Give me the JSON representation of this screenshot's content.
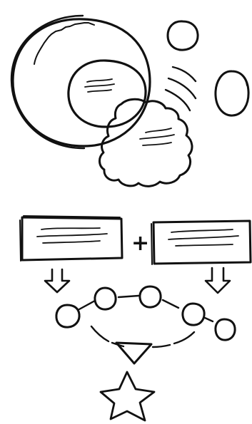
{
  "diagram": {
    "plus_symbol": "+",
    "ink_color": "#111111",
    "background_color": "#ffffff",
    "elements": [
      "large-circle",
      "inner-circle",
      "cloud-blob",
      "small-circle",
      "oval",
      "motion-lines",
      "text-box-left",
      "text-box-right",
      "plus-sign",
      "arrow-down-left",
      "arrow-down-right",
      "bead-chain",
      "dashed-triangle-links",
      "triangle",
      "star"
    ]
  }
}
